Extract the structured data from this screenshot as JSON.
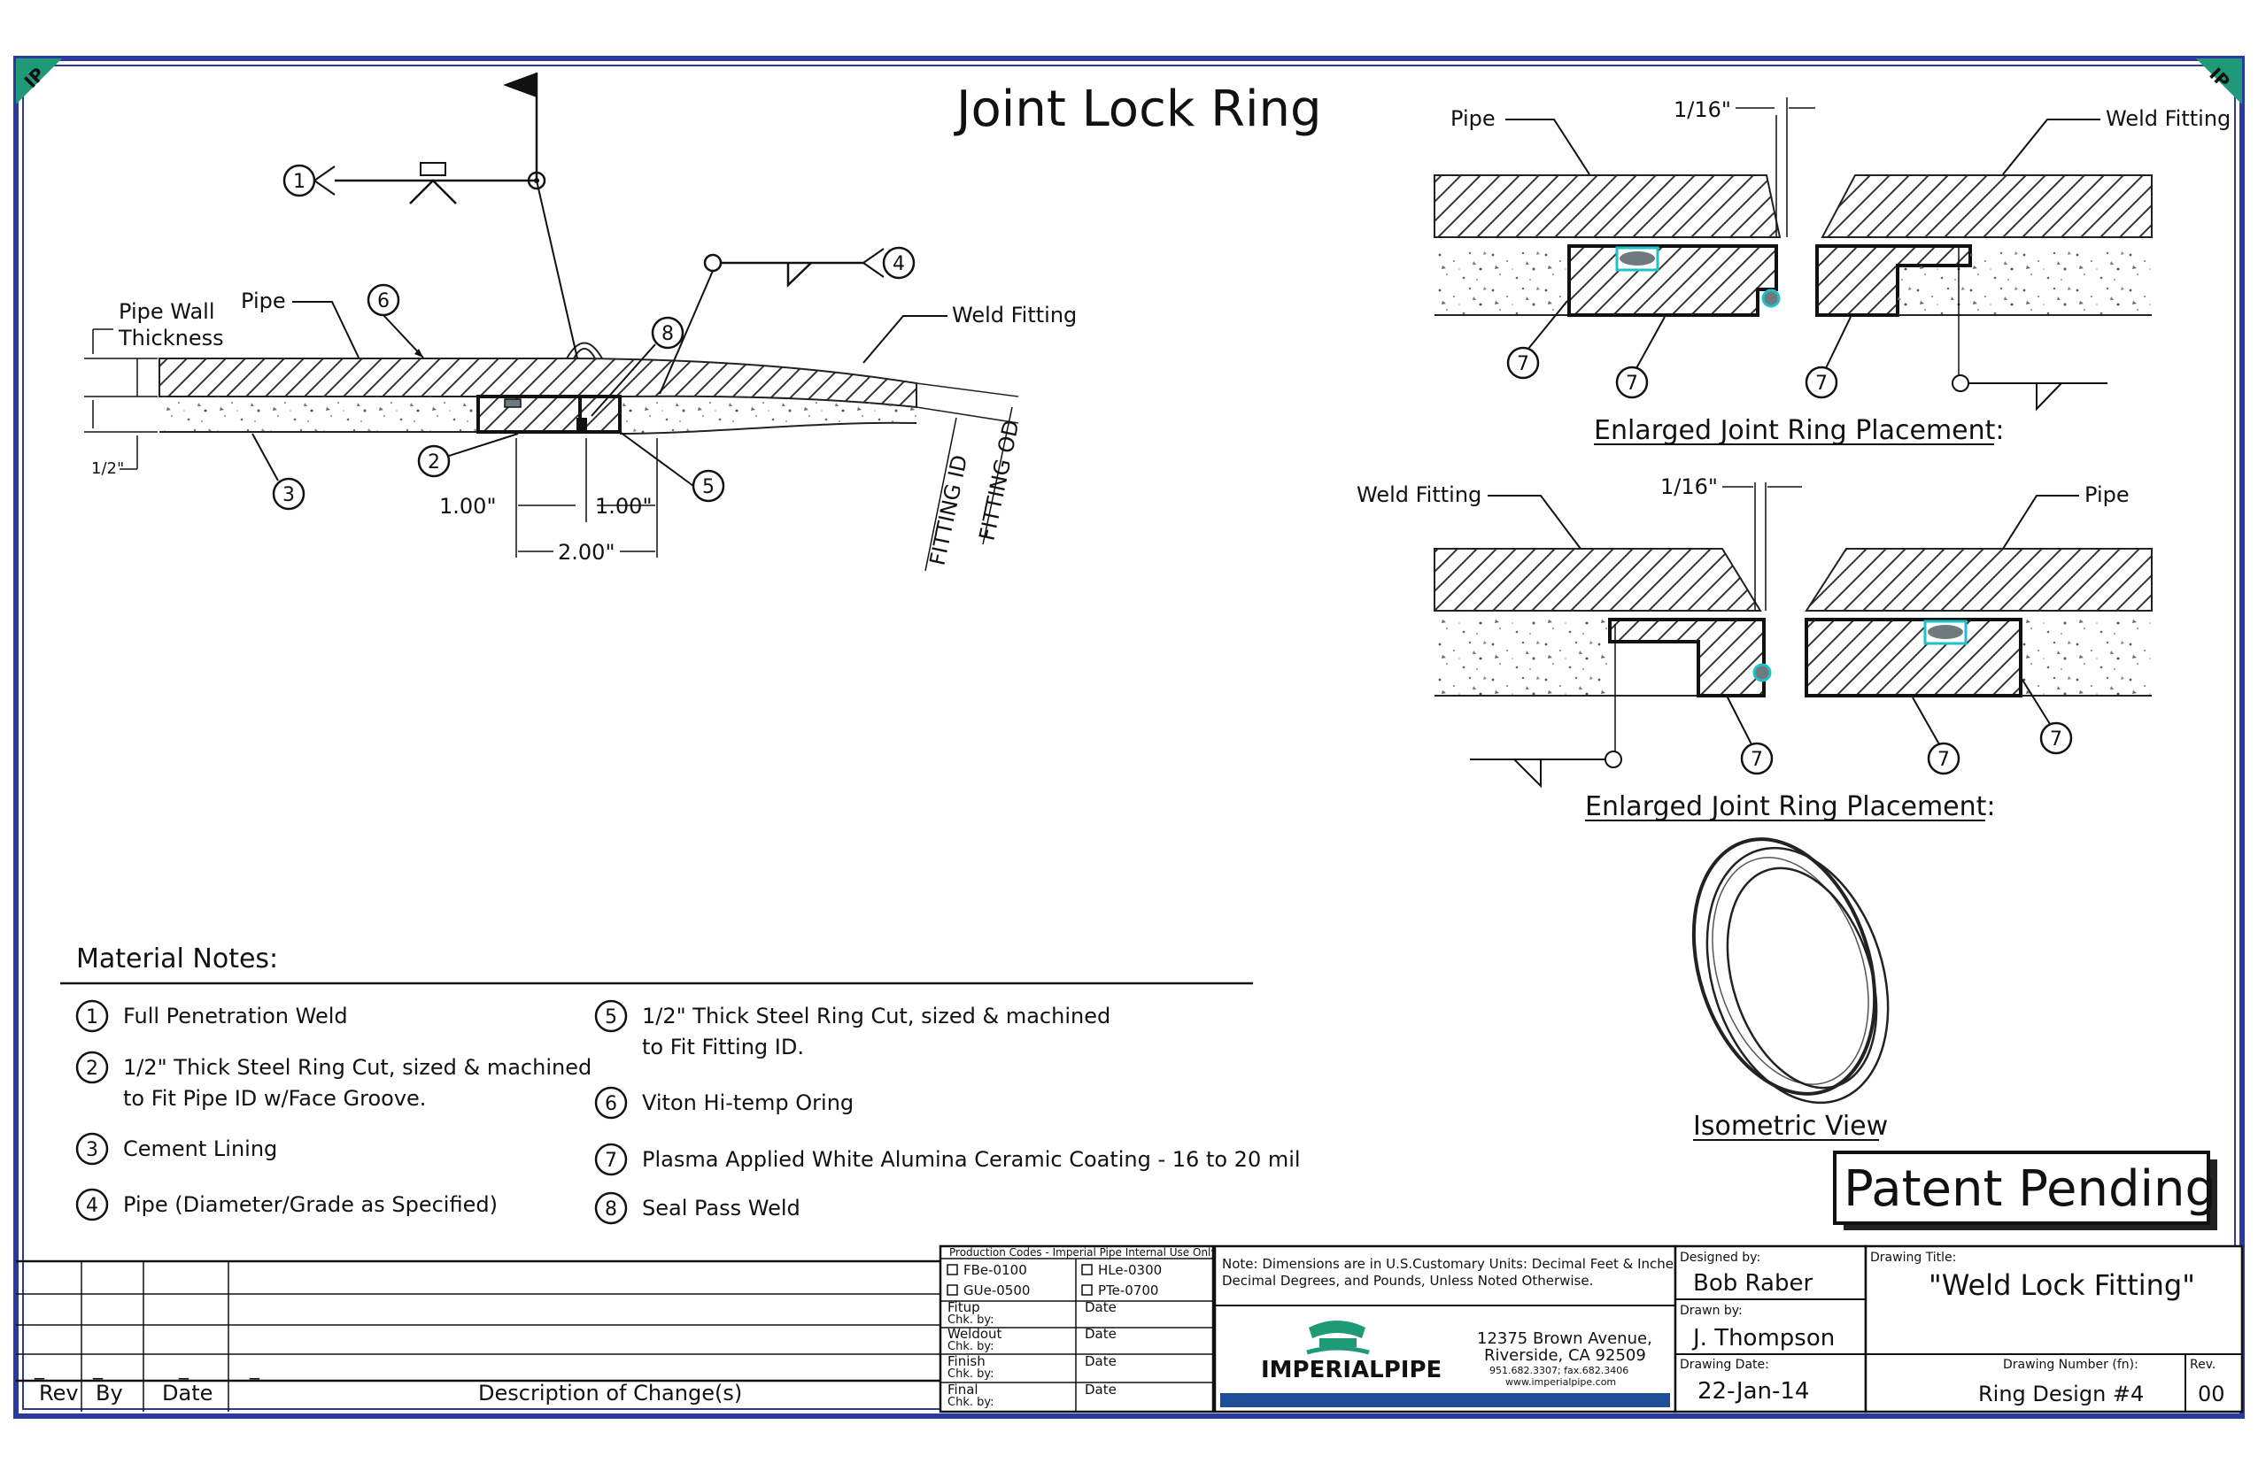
{
  "title": "Joint Lock Ring",
  "corner_marks": [
    "IP",
    "IP"
  ],
  "section_view": {
    "labels": {
      "pipe_wall_thickness_line1": "Pipe Wall",
      "pipe_wall_thickness_line2": "Thickness",
      "pipe": "Pipe",
      "weld_fitting": "Weld Fitting",
      "half_inch": "1/2\"",
      "fitting_id": "FITTING ID",
      "fitting_od": "FITTING OD",
      "dim_left": "1.00\"",
      "dim_right": "1.00\"",
      "dim_total": "2.00\""
    },
    "callouts": [
      "1",
      "4",
      "6",
      "8",
      "2",
      "5",
      "3"
    ]
  },
  "enlarged_top": {
    "pipe": "Pipe",
    "gap": "1/16\"",
    "weld_fitting": "Weld Fitting",
    "callouts": [
      "7",
      "7",
      "7"
    ],
    "caption": "Enlarged Joint Ring Placement:"
  },
  "enlarged_bottom": {
    "weld_fitting": "Weld Fitting",
    "gap": "1/16\"",
    "pipe": "Pipe",
    "callouts": [
      "7",
      "7",
      "7"
    ],
    "caption": "Enlarged Joint Ring Placement:"
  },
  "isometric_caption": "Isometric View",
  "patent": "Patent Pending",
  "material_notes": {
    "heading": "Material Notes:",
    "left": [
      {
        "num": "1",
        "lines": [
          "Full Penetration Weld"
        ]
      },
      {
        "num": "2",
        "lines": [
          "1/2\"  Thick Steel Ring Cut, sized & machined",
          "to Fit Pipe ID w/Face Groove."
        ]
      },
      {
        "num": "3",
        "lines": [
          "Cement Lining"
        ]
      },
      {
        "num": "4",
        "lines": [
          "Pipe (Diameter/Grade as Specified)"
        ]
      }
    ],
    "right": [
      {
        "num": "5",
        "lines": [
          "1/2\"  Thick Steel Ring Cut, sized & machined",
          "to Fit Fitting ID."
        ]
      },
      {
        "num": "6",
        "lines": [
          "Viton Hi-temp Oring"
        ]
      },
      {
        "num": "7",
        "lines": [
          "Plasma Applied White Alumina Ceramic Coating - 16 to 20 mil"
        ]
      },
      {
        "num": "8",
        "lines": [
          "Seal Pass Weld"
        ]
      }
    ]
  },
  "revision_table": {
    "headers": [
      "Rev",
      "By",
      "Date",
      "Description of Change(s)"
    ],
    "row_marks": [
      "_",
      "_",
      "_",
      "_"
    ]
  },
  "production_codes": {
    "header": "Production Codes - Imperial Pipe Internal Use Only",
    "codes": [
      "FBe-0100",
      "HLe-0300",
      "GUe-0500",
      "PTe-0700"
    ],
    "rows": [
      {
        "line1": "Fitup",
        "line2": "Chk. by:",
        "date": "Date"
      },
      {
        "line1": "Weldout",
        "line2": "Chk. by:",
        "date": "Date"
      },
      {
        "line1": "Finish",
        "line2": "Chk. by:",
        "date": "Date"
      },
      {
        "line1": "Final",
        "line2": "Chk. by:",
        "date": "Date"
      }
    ]
  },
  "note": {
    "line1": "Note:  Dimensions are in U.S.Customary Units: Decimal Feet & Inches,",
    "line2": "Decimal Degrees, and Pounds, Unless Noted Otherwise."
  },
  "company": {
    "name": "IMPERIALPIPE",
    "address1": "12375 Brown Avenue,",
    "address2": "Riverside, CA 92509",
    "phone": "951.682.3307;   fax.682.3406",
    "web": "www.imperialpipe.com",
    "brand_blue": "#1f4e96",
    "brand_green": "#1e9a78"
  },
  "title_block": {
    "designed_by_label": "Designed by:",
    "designed_by": "Bob Raber",
    "drawn_by_label": "Drawn by:",
    "drawn_by": "J. Thompson",
    "drawing_date_label": "Drawing Date:",
    "drawing_date": "22-Jan-14",
    "drawing_title_label": "Drawing Title:",
    "drawing_title": "\"Weld Lock Fitting\"",
    "drawing_number_label": "Drawing Number (fn):",
    "drawing_number": "Ring Design #4",
    "rev_label": "Rev.",
    "rev": "00"
  },
  "colors": {
    "border_blue": "#2a3aa0",
    "oring_gray": "#6f7a7e",
    "oring_cyan": "#1ec2c8"
  }
}
